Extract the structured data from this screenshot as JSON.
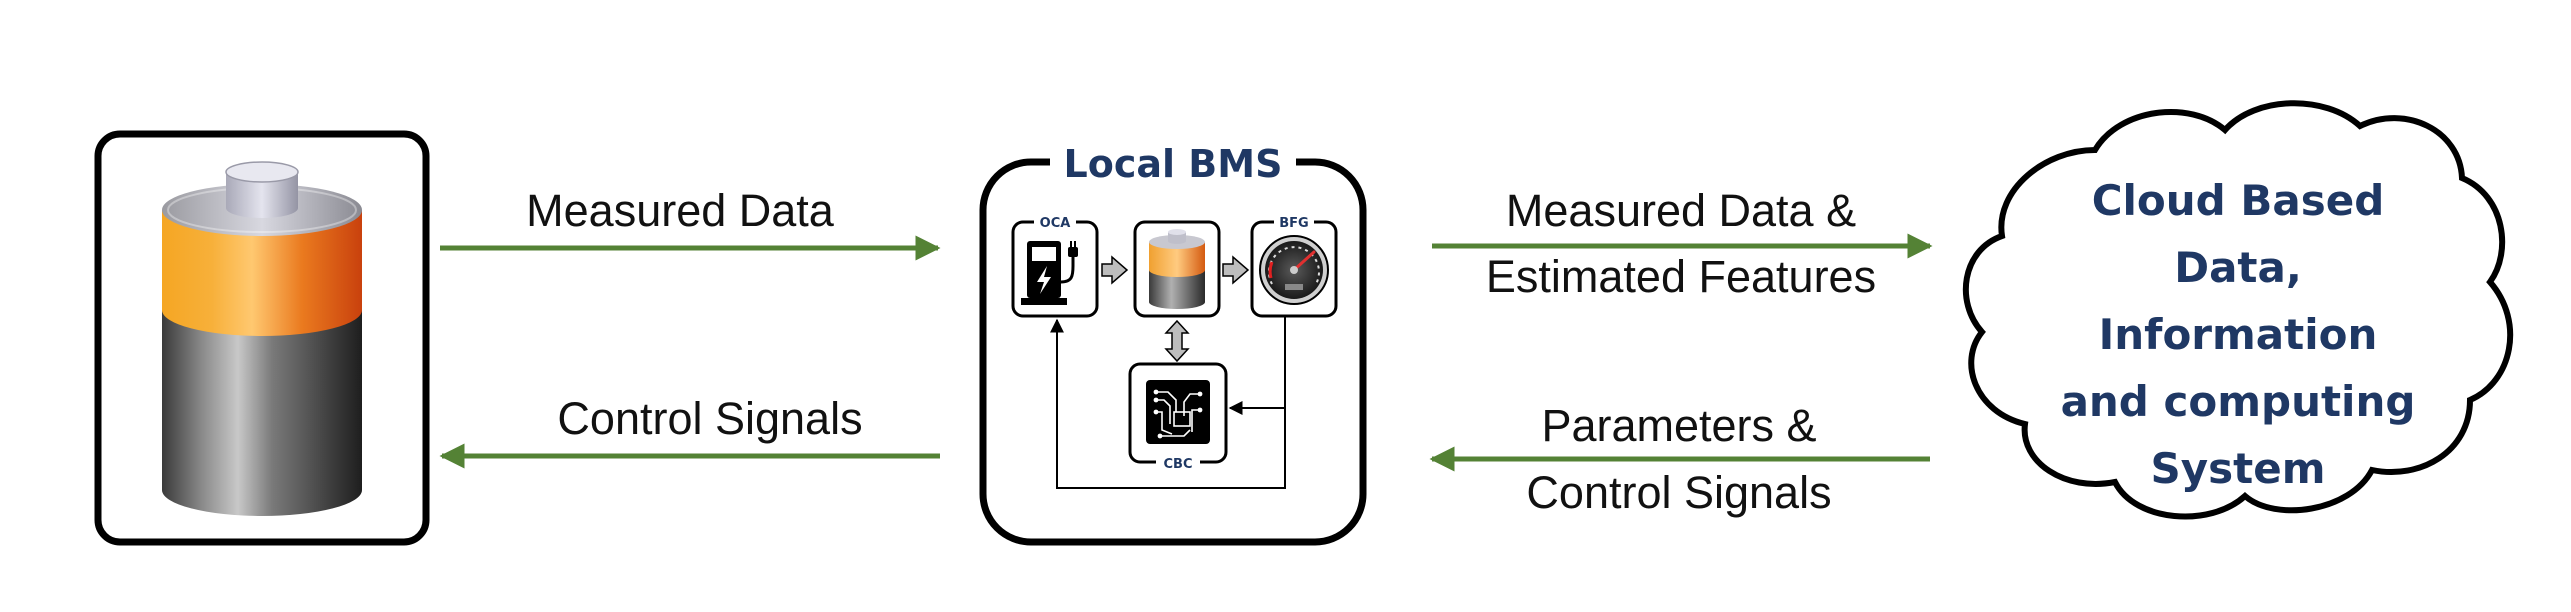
{
  "bms": {
    "title": "Local BMS",
    "modules": {
      "oca": "OCA",
      "bfg": "BFG",
      "cbc": "CBC"
    }
  },
  "arrows": {
    "battery_to_bms": "Measured Data",
    "bms_to_battery": "Control Signals",
    "bms_to_cloud_line1": "Measured Data &",
    "bms_to_cloud_line2": "Estimated Features",
    "cloud_to_bms_line1": "Parameters &",
    "cloud_to_bms_line2": "Control Signals"
  },
  "cloud": {
    "line1": "Cloud Based",
    "line2": "Data,",
    "line3": "Information",
    "line4": "and computing",
    "line5": "System"
  },
  "colors": {
    "arrow": "#548235",
    "title_text": "#1f3864",
    "battery_cap": "#ed7d31",
    "battery_body": "#404040"
  }
}
